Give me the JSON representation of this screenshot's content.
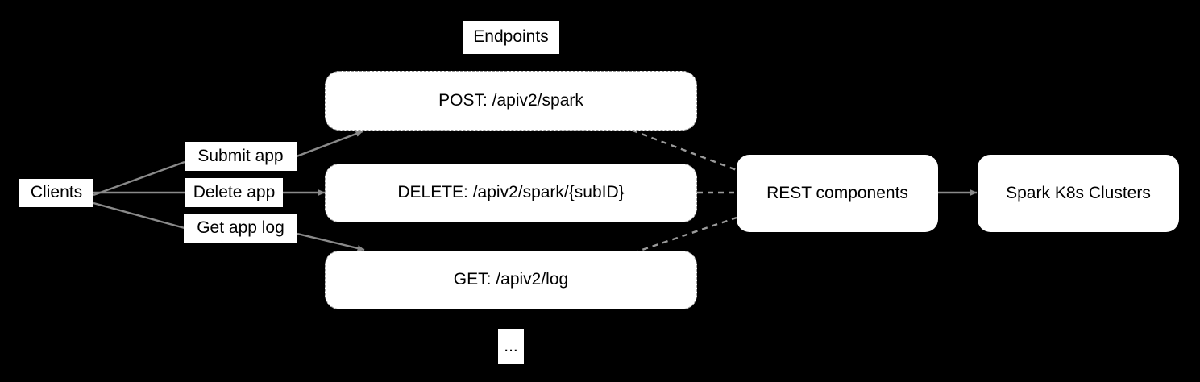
{
  "diagram": {
    "title_box": {
      "label": "Endpoints"
    },
    "actors": [
      {
        "id": "clients",
        "label": "Clients"
      }
    ],
    "edge_labels": [
      {
        "id": "submit-app",
        "label": "Submit app"
      },
      {
        "id": "delete-app",
        "label": "Delete app"
      },
      {
        "id": "get-app-log",
        "label": "Get app log"
      }
    ],
    "endpoints": [
      {
        "id": "post-spark",
        "label": "POST: /apiv2/spark"
      },
      {
        "id": "delete-spark",
        "label": "DELETE: /apiv2/spark/{subID}"
      },
      {
        "id": "get-log",
        "label": "GET: /apiv2/log"
      }
    ],
    "more_box": {
      "label": "..."
    },
    "components": [
      {
        "id": "rest-components",
        "label": "REST components"
      },
      {
        "id": "spark-k8s",
        "label": "Spark K8s Clusters"
      }
    ],
    "colors": {
      "background": "#000000",
      "node_fill": "#ffffff",
      "node_text": "#000000",
      "connector": "#8a8a8a",
      "dashed_border": "#9a9a9a"
    }
  }
}
